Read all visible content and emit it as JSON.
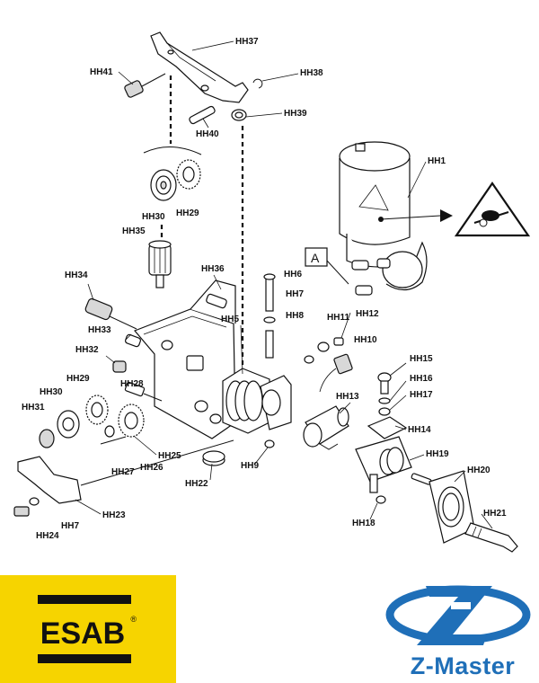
{
  "labels": [
    {
      "id": "HH37",
      "text": "HH37"
    },
    {
      "id": "HH41",
      "text": "HH41"
    },
    {
      "id": "HH38",
      "text": "HH38"
    },
    {
      "id": "HH39",
      "text": "HH39"
    },
    {
      "id": "HH40",
      "text": "HH40"
    },
    {
      "id": "HH1",
      "text": "HH1"
    },
    {
      "id": "HH30a",
      "text": "HH30"
    },
    {
      "id": "HH29a",
      "text": "HH29"
    },
    {
      "id": "HH35",
      "text": "HH35"
    },
    {
      "id": "A",
      "text": "A"
    },
    {
      "id": "HH34",
      "text": "HH34"
    },
    {
      "id": "HH36",
      "text": "HH36"
    },
    {
      "id": "HH6",
      "text": "HH6"
    },
    {
      "id": "HH7a",
      "text": "HH7"
    },
    {
      "id": "HH5",
      "text": "HH5"
    },
    {
      "id": "HH8",
      "text": "HH8"
    },
    {
      "id": "HH11",
      "text": "HH11"
    },
    {
      "id": "HH12",
      "text": "HH12"
    },
    {
      "id": "HH33",
      "text": "HH33"
    },
    {
      "id": "HH10",
      "text": "HH10"
    },
    {
      "id": "HH32",
      "text": "HH32"
    },
    {
      "id": "HH15",
      "text": "HH15"
    },
    {
      "id": "HH29b",
      "text": "HH29"
    },
    {
      "id": "HH28",
      "text": "HH28"
    },
    {
      "id": "HH16",
      "text": "HH16"
    },
    {
      "id": "HH30b",
      "text": "HH30"
    },
    {
      "id": "HH17",
      "text": "HH17"
    },
    {
      "id": "HH13",
      "text": "HH13"
    },
    {
      "id": "HH31",
      "text": "HH31"
    },
    {
      "id": "HH14",
      "text": "HH14"
    },
    {
      "id": "HH25",
      "text": "HH25"
    },
    {
      "id": "HH19",
      "text": "HH19"
    },
    {
      "id": "HH26",
      "text": "HH26"
    },
    {
      "id": "HH27",
      "text": "HH27"
    },
    {
      "id": "HH9",
      "text": "HH9"
    },
    {
      "id": "HH20",
      "text": "HH20"
    },
    {
      "id": "HH22",
      "text": "HH22"
    },
    {
      "id": "HH23",
      "text": "HH23"
    },
    {
      "id": "HH21",
      "text": "HH21"
    },
    {
      "id": "HH7b",
      "text": "HH7"
    },
    {
      "id": "HH18",
      "text": "HH18"
    },
    {
      "id": "HH24",
      "text": "HH24"
    }
  ],
  "logos": {
    "esab": {
      "text": "ESAB",
      "mark": "®",
      "background": "#f6d400",
      "color": "#111111"
    },
    "zmaster": {
      "text": "Z-Master",
      "color": "#1f6fb8"
    }
  }
}
